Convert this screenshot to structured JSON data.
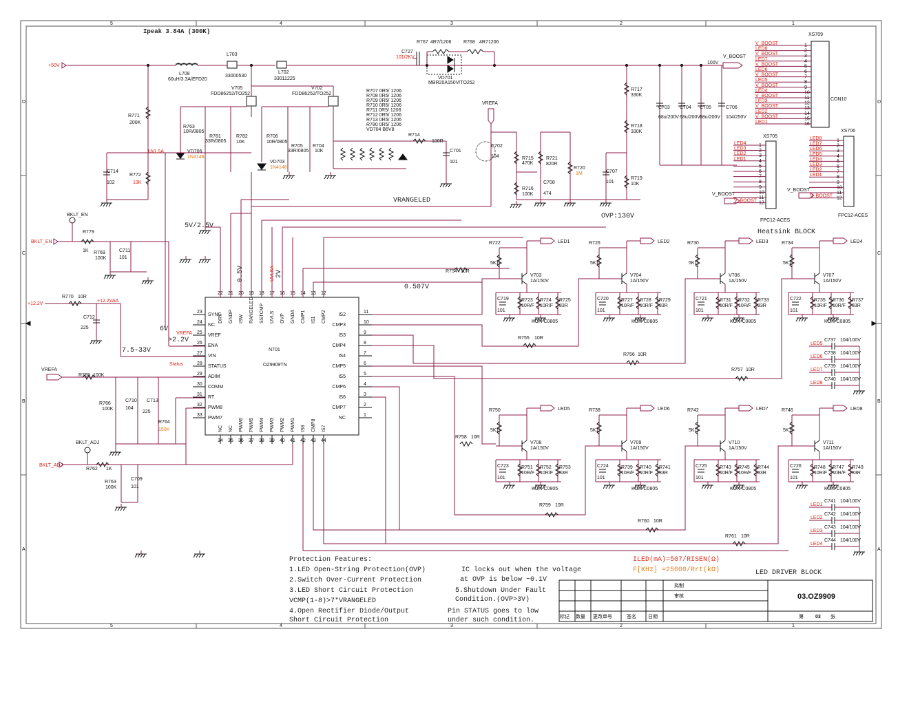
{
  "title": "Ipeak 3.84A (300K)",
  "supplies": {
    "v50": "+50V",
    "v12": "+12.2V",
    "v12aa": "+12.2VAA",
    "vboost": "V_BOOST",
    "v100": "100V"
  },
  "nets": {
    "uvlsa": "UVLSA",
    "vrefa": "VREFA",
    "vrangeled": "VRANGELED",
    "bklt_en": "BKLT_EN",
    "bklt_adj": "BKLT_ADJ",
    "status": "Status",
    "ovp": "OVP:130V",
    "v525": "5V/2.5V",
    "v05": "0.5V",
    "v2": "2V",
    "v0507": "0.507V",
    "v6": "6V",
    "v22": ">2.2V",
    "v733": "7.5-33V",
    "heatsink": "Heatsink BLOCK"
  },
  "ic": {
    "ref": "N701",
    "part": "OZ9909TN",
    "left_pins": [
      {
        "num": "23",
        "name": "SYNC"
      },
      {
        "num": "24",
        "name": "NC"
      },
      {
        "num": "25",
        "name": "VREF"
      },
      {
        "num": "26",
        "name": "ENA"
      },
      {
        "num": "27",
        "name": "VIN"
      },
      {
        "num": "28",
        "name": "STATUS"
      },
      {
        "num": "29",
        "name": "ADIM"
      },
      {
        "num": "30",
        "name": "COMM"
      },
      {
        "num": "31",
        "name": "RT"
      },
      {
        "num": "32",
        "name": "PWM8"
      },
      {
        "num": "33",
        "name": "PWM7"
      }
    ],
    "right_pins": [
      {
        "num": "11",
        "name": "IS2"
      },
      {
        "num": "10",
        "name": "CMP3"
      },
      {
        "num": "9",
        "name": "IS3"
      },
      {
        "num": "8",
        "name": "CMP4"
      },
      {
        "num": "7",
        "name": "IS4"
      },
      {
        "num": "6",
        "name": "CMP5"
      },
      {
        "num": "5",
        "name": "IS5"
      },
      {
        "num": "4",
        "name": "CMP6"
      },
      {
        "num": "3",
        "name": "IS6"
      },
      {
        "num": "2",
        "name": "CMP7"
      },
      {
        "num": "1",
        "name": "NC"
      }
    ],
    "top_pins": [
      {
        "num": "22",
        "name": "DRV"
      },
      {
        "num": "21",
        "name": "GNDP"
      },
      {
        "num": "20",
        "name": "ISW"
      },
      {
        "num": "19",
        "name": "RANGELED"
      },
      {
        "num": "18",
        "name": "SSTCMP"
      },
      {
        "num": "17",
        "name": "UVLS"
      },
      {
        "num": "16",
        "name": "OVP"
      },
      {
        "num": "15",
        "name": "GNDA"
      },
      {
        "num": "14",
        "name": "CMP1"
      },
      {
        "num": "13",
        "name": "IS1"
      },
      {
        "num": "12",
        "name": "CMP2"
      }
    ],
    "bottom_pins": [
      {
        "num": "34",
        "name": "NC"
      },
      {
        "num": "35",
        "name": "NC"
      },
      {
        "num": "36",
        "name": "PWM6"
      },
      {
        "num": "37",
        "name": "PWM5"
      },
      {
        "num": "38",
        "name": "PWM4"
      },
      {
        "num": "39",
        "name": "PWM3"
      },
      {
        "num": "40",
        "name": "PWM2"
      },
      {
        "num": "41",
        "name": "PWM1"
      },
      {
        "num": "42",
        "name": "IS8"
      },
      {
        "num": "43",
        "name": "CMP8"
      },
      {
        "num": "44",
        "name": "IS7"
      }
    ]
  },
  "components": {
    "l708": "L708",
    "l708v": "60uH/3.3A/EFD20",
    "l703": "L703",
    "l703v": "33000530",
    "l702": "L702",
    "l702v": "33011225",
    "v705": "V705",
    "v705v": "FDD86252/TO252",
    "v702": "V702",
    "v702v": "FDD86252/TO252",
    "c727": "C727",
    "c727v": "101/2KV",
    "r767": "R767",
    "r767v": "4R7/1206",
    "r768": "R768",
    "r768v": "4R71206",
    "vd701": "VD701",
    "vd701v": "MBR20A150V/TO252",
    "rlist": [
      "R707   0R5/ 1206",
      "R708   0R5/ 1206",
      "R709   0R5/ 1206",
      "R710   0R5/ 1206",
      "R711   0R5/ 1206",
      "R712   0R5/ 1206",
      "R713   0R5/ 1206",
      "R780   0R5/ 1206",
      "VD704  B6V8"
    ],
    "r714": "R714",
    "r714v": "100R",
    "c701": "C701",
    "c701v": "101",
    "c702": "C702",
    "c702v": "104",
    "r715": "R715",
    "r715v": "470K",
    "r716": "R716",
    "r716v": "100K",
    "r721": "R721",
    "r721v": "820R",
    "c708": "C708",
    "c708v": "474",
    "r720": "R720",
    "r720v": "1M",
    "c707": "C707",
    "c707v": "101",
    "r717": "R717",
    "r717v": "330K",
    "r718": "R718",
    "r718v": "330K",
    "r719": "R719",
    "r719v": "10K",
    "c703": "C703",
    "c703v": "68u/200V",
    "c704": "C704",
    "c704v": "68u/200V",
    "c705": "C705",
    "c705v": "68u/200V",
    "c706": "C706",
    "c706v": "104/250V",
    "r771": "R771",
    "r771v": "200K",
    "r772": "R772",
    "r772v": "13K",
    "c714": "C714",
    "c714v": "102",
    "r763a": "R763",
    "r763av": "10R/0805",
    "r781": "R781",
    "r781v": "33R/0805",
    "vd706": "VD706",
    "vd706v": "1N4148",
    "r782": "R782",
    "r782v": "10K",
    "r706": "R706",
    "r706v": "10R/0805",
    "vd703": "VD703",
    "vd703v": "1N4148",
    "r705": "R705",
    "r705v": "33R/0805",
    "r704": "R704",
    "r704v": "10K",
    "r779": "R779",
    "r779v": "1K",
    "r769": "R769",
    "r769v": "100K",
    "c711": "C711",
    "c711v": "101",
    "r770": "R770",
    "r770v": "10R",
    "c712": "C712",
    "c712v": "225",
    "r765": "R765",
    "r765v": "100K",
    "r766": "R766",
    "r766v": "100K",
    "c710": "C710",
    "c710v": "104",
    "c713": "C713",
    "c713v": "225",
    "r764": "R764",
    "r764v": "150K",
    "r762": "R762",
    "r762v": "1K",
    "r763": "R763",
    "r763v": "100K",
    "c709": "C709",
    "c709v": "101",
    "bklt_en_tp": "BKLT_EN",
    "bklt_adj_tp": "BKLT_ADJ",
    "r754": "R754",
    "r754v": "10R",
    "r755": "R755",
    "r755v": "10R",
    "r756": "R756",
    "r756v": "10R",
    "r757": "R757",
    "r757v": "10R",
    "r758": "R758",
    "r758v": "10R",
    "r759": "R759",
    "r759v": "10R",
    "r760": "R760",
    "r760v": "10R",
    "r761": "R761",
    "r761v": "10R",
    "kon": "KON-C0805"
  },
  "channels_top": [
    {
      "led": "LED1",
      "rb": "R722",
      "rbv": "5K1",
      "q": "V703",
      "qv": "1A/150V",
      "c": "C719",
      "cv": "101",
      "ra": "R723",
      "rav": "10R/F",
      "rb2": "R724",
      "rb2v": "10R/F",
      "rc": "R725",
      "rcv": "33R"
    },
    {
      "led": "LED2",
      "rb": "R726",
      "rbv": "5K1",
      "q": "V704",
      "qv": "1A/150V",
      "c": "C720",
      "cv": "101",
      "ra": "R727",
      "rav": "10R/F",
      "rb2": "R728",
      "rb2v": "10R/F",
      "rc": "R729",
      "rcv": "33R"
    },
    {
      "led": "LED3",
      "rb": "R730",
      "rbv": "5K1",
      "q": "V706",
      "qv": "1A/150V",
      "c": "C721",
      "cv": "101",
      "ra": "R731",
      "rav": "10R/F",
      "rb2": "R732",
      "rb2v": "10R/F",
      "rc": "R733",
      "rcv": "33R"
    },
    {
      "led": "LED4",
      "rb": "R734",
      "rbv": "5K1",
      "q": "V707",
      "qv": "1A/150V",
      "c": "C722",
      "cv": "101",
      "ra": "R735",
      "rav": "10R/F",
      "rb2": "R736",
      "rb2v": "10R/F",
      "rc": "R737",
      "rcv": "33R"
    }
  ],
  "channels_bottom": [
    {
      "led": "LED5",
      "rb": "R750",
      "rbv": "5K1",
      "q": "V708",
      "qv": "1A/150V",
      "c": "C723",
      "cv": "101",
      "ra": "R751",
      "rav": "10R/F",
      "rb2": "R752",
      "rb2v": "10R/F",
      "rc": "R753",
      "rcv": "33R"
    },
    {
      "led": "LED6",
      "rb": "R738",
      "rbv": "5K1",
      "q": "V709",
      "qv": "1A/150V",
      "c": "C724",
      "cv": "101",
      "ra": "R739",
      "rav": "10R/F",
      "rb2": "R740",
      "rb2v": "10R/F",
      "rc": "R741",
      "rcv": "33R"
    },
    {
      "led": "LED7",
      "rb": "R742",
      "rbv": "5K1",
      "q": "V710",
      "qv": "1A/150V",
      "c": "C725",
      "cv": "101",
      "ra": "R743",
      "rav": "10R/F",
      "rb2": "R745",
      "rb2v": "10R/F",
      "rc": "R744",
      "rcv": "33R"
    },
    {
      "led": "LED8",
      "rb": "R746",
      "rbv": "5K1",
      "q": "V711",
      "qv": "1A/150V",
      "c": "C726",
      "cv": "101",
      "ra": "R748",
      "rav": "10R/F",
      "rb2": "R747",
      "rb2v": "10R/F",
      "rc": "R749",
      "rcv": "33R"
    }
  ],
  "caps_right_top": [
    {
      "led": "LED5",
      "c": "C737",
      "v": "104/100V"
    },
    {
      "led": "LED6",
      "c": "C738",
      "v": "104/100V"
    },
    {
      "led": "LED7",
      "c": "C739",
      "v": "104/100V"
    },
    {
      "led": "LED8",
      "c": "C740",
      "v": "104/100V"
    }
  ],
  "caps_right_bottom": [
    {
      "led": "LED1",
      "c": "C741",
      "v": "104/100V"
    },
    {
      "led": "LED2",
      "c": "C742",
      "v": "104/100V"
    },
    {
      "led": "LED3",
      "c": "C743",
      "v": "104/100V"
    },
    {
      "led": "LED4",
      "c": "C744",
      "v": "104/100V"
    }
  ],
  "xs709": {
    "ref": "XS709",
    "part": "CON10",
    "pins": [
      {
        "n": "1",
        "net": "V_BOOST"
      },
      {
        "n": "2",
        "net": "LED8"
      },
      {
        "n": "3",
        "net": "V_BOOST"
      },
      {
        "n": "4",
        "net": "LED7"
      },
      {
        "n": "5",
        "net": "V_BOOST"
      },
      {
        "n": "6",
        "net": "LED6"
      },
      {
        "n": "7",
        "net": "V_BOOST"
      },
      {
        "n": "8",
        "net": "LED5"
      },
      {
        "n": "9",
        "net": "V_BOOST"
      },
      {
        "n": "10",
        "net": "LED4"
      },
      {
        "n": "11",
        "net": "V_BOOST"
      },
      {
        "n": "12",
        "net": "LED3"
      },
      {
        "n": "13",
        "net": "V_BOOST"
      },
      {
        "n": "14",
        "net": "LED2"
      },
      {
        "n": "15",
        "net": "V_BOOST"
      },
      {
        "n": "16",
        "net": "LED1"
      }
    ]
  },
  "xs705": {
    "ref": "XS705",
    "part": "FPC12-ACES",
    "pins": [
      {
        "n": "1",
        "net": "LED4"
      },
      {
        "n": "2",
        "net": "LED3"
      },
      {
        "n": "3",
        "net": "LED2"
      },
      {
        "n": "4",
        "net": "LED1"
      },
      {
        "n": "5",
        "net": ""
      },
      {
        "n": "6",
        "net": ""
      },
      {
        "n": "7",
        "net": ""
      },
      {
        "n": "8",
        "net": ""
      },
      {
        "n": "9",
        "net": ""
      },
      {
        "n": "10",
        "net": ""
      },
      {
        "n": "11",
        "net": ""
      },
      {
        "n": "12",
        "net": "V_BOOST"
      }
    ]
  },
  "xs706": {
    "ref": "XS706",
    "part": "FPC12-ACES",
    "pins": [
      {
        "n": "1",
        "net": "LED8"
      },
      {
        "n": "2",
        "net": "LED7"
      },
      {
        "n": "3",
        "net": "LED6"
      },
      {
        "n": "4",
        "net": "LED5"
      },
      {
        "n": "5",
        "net": "LED4"
      },
      {
        "n": "6",
        "net": "LED3"
      },
      {
        "n": "7",
        "net": "LED2"
      },
      {
        "n": "8",
        "net": "LED1"
      },
      {
        "n": "9",
        "net": ""
      },
      {
        "n": "10",
        "net": ""
      },
      {
        "n": "11",
        "net": ""
      },
      {
        "n": "12",
        "net": "V_BOOST"
      }
    ]
  },
  "protection": {
    "heading": "Protection Features:",
    "lines": [
      "1.LED Open-String Protection(OVP)",
      "2.Switch Over-Current Protection",
      "3.LED Short Circuit Protection",
      "VCMP(1-8)>7*VRANGELED",
      "4.Open Rectifier Diode/Output",
      "Short Circuit Protection"
    ],
    "notes": [
      "IC locks out when the voltage",
      " at OVP is below ~0.1V",
      "5.Shutdown Under Fault",
      " Condition.(OVP>3V)",
      "Pin STATUS goes to low",
      "under such condition."
    ],
    "formula1": "ILED(mA)=507/RISEN(Ω)",
    "formula2": "F[KHz] =25000/Rrt(kΩ)"
  },
  "title_block": {
    "block_name": "LED DRIVER BLOCK",
    "draw": "拟制",
    "review": "审核",
    "drawing_no": "03.OZ9909",
    "headers": [
      "标记",
      "数量",
      "更改单号",
      "签名",
      "日期"
    ],
    "sheet_label": "第",
    "sheet_no": "03",
    "sheet_unit": "张"
  },
  "border": {
    "cols": [
      "5",
      "4",
      "3",
      "2",
      "1"
    ],
    "rows": [
      "D",
      "C",
      "B",
      "A"
    ]
  }
}
